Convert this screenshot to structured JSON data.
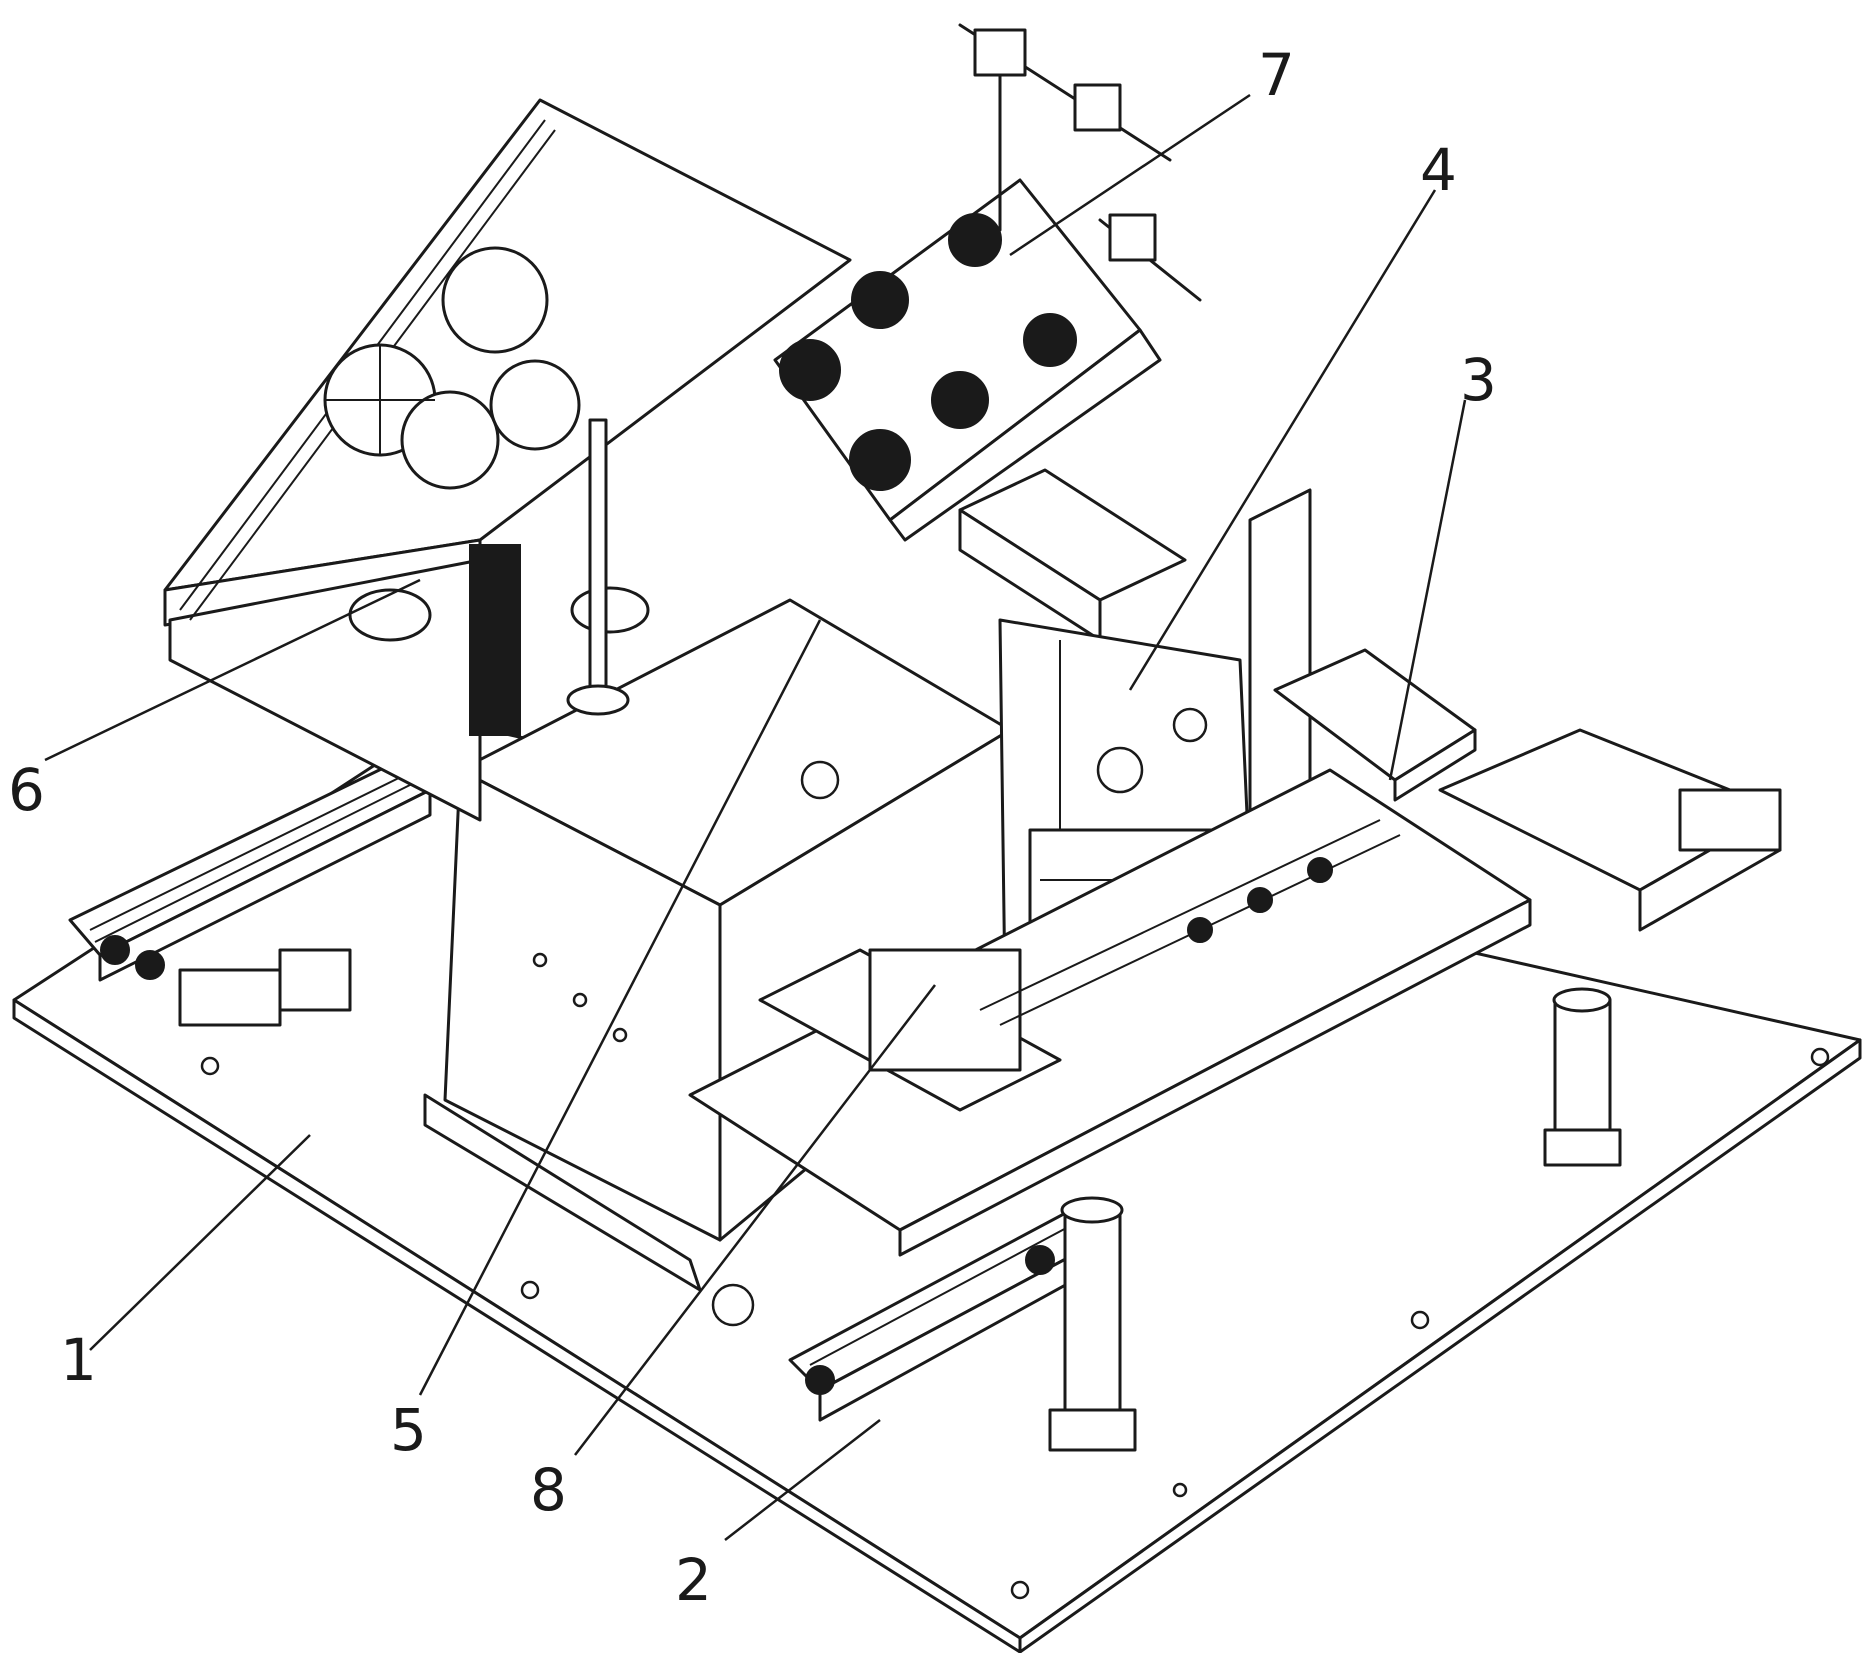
{
  "figure": {
    "callouts": [
      {
        "id": "1",
        "text": "1"
      },
      {
        "id": "2",
        "text": "2"
      },
      {
        "id": "3",
        "text": "3"
      },
      {
        "id": "4",
        "text": "4"
      },
      {
        "id": "5",
        "text": "5"
      },
      {
        "id": "6",
        "text": "6"
      },
      {
        "id": "7",
        "text": "7"
      },
      {
        "id": "8",
        "text": "8"
      }
    ],
    "colors": {
      "line": "#1a1a1a",
      "background": "#ffffff"
    }
  }
}
